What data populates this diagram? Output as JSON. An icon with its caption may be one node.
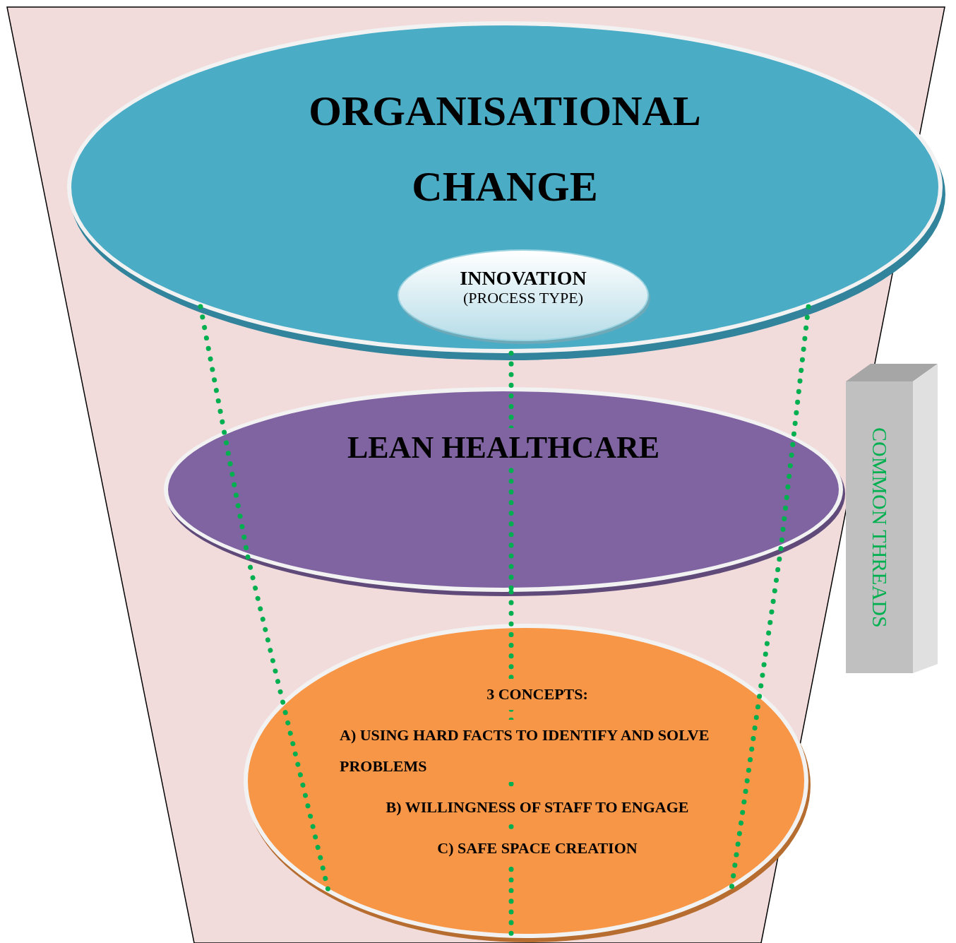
{
  "diagram": {
    "nodes": [
      {
        "text": [
          "ORGANISATIONAL CHANGE"
        ]
      },
      {
        "text": [
          "INNOVATION",
          "(PROCESS TYPE)"
        ],
        "in": 0
      },
      {
        "text": [
          "LEAN HEALTHCARE"
        ]
      },
      {
        "text": [
          "3 CONCEPTS:",
          "A) USING HARD FACTS TO IDENTIFY AND SOLVE PROBLEMS",
          "B) WILLINGNESS OF STAFF TO ENGAGE",
          "C) SAFE SPACE CREATION"
        ]
      },
      {
        "text": [
          "COMMON THREADS"
        ]
      }
    ],
    "edges": [
      {
        "from": 0,
        "to": 2,
        "arrow": "none",
        "style": "dashed"
      },
      {
        "from": 2,
        "to": 3,
        "arrow": "none",
        "style": "dashed"
      },
      {
        "from": 0,
        "to": 2,
        "arrow": "none",
        "style": "dashed"
      },
      {
        "from": 2,
        "to": 3,
        "arrow": "none",
        "style": "dashed"
      },
      {
        "from": 0,
        "to": 2,
        "arrow": "none",
        "style": "dashed"
      },
      {
        "from": 2,
        "to": 3,
        "arrow": "none",
        "style": "dashed"
      }
    ]
  }
}
